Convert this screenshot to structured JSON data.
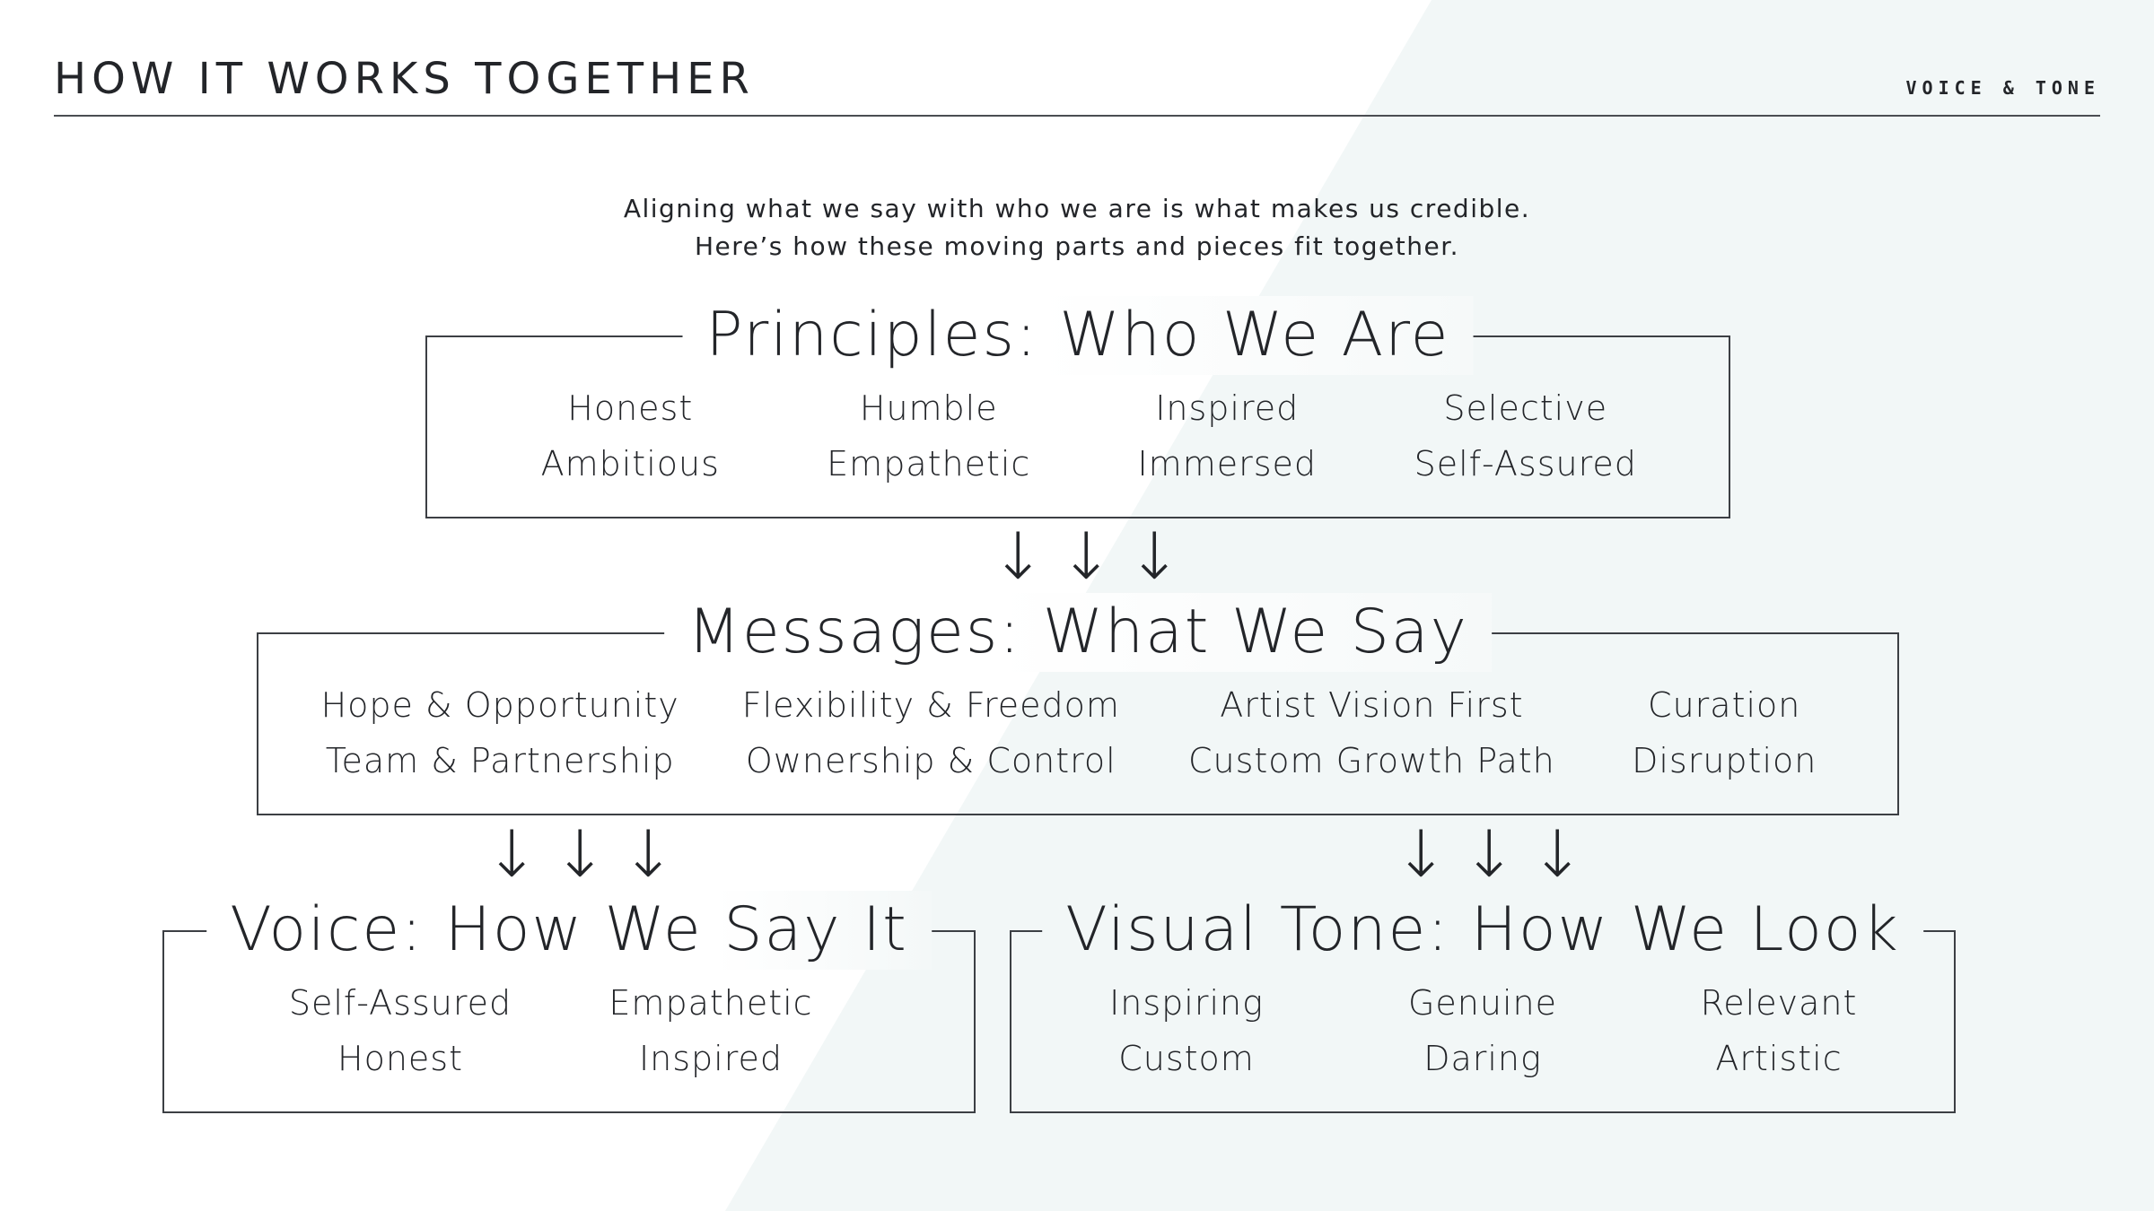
{
  "header": {
    "title": "HOW IT WORKS TOGETHER",
    "section_tag": "VOICE & TONE"
  },
  "intro": {
    "line1": "Aligning what we say with who we are is what makes us credible.",
    "line2": "Here’s how these moving parts and pieces fit together."
  },
  "principles": {
    "title": "Principles: Who We Are",
    "items": [
      "Honest",
      "Humble",
      "Inspired",
      "Selective",
      "Ambitious",
      "Empathetic",
      "Immersed",
      "Self-Assured"
    ]
  },
  "messages": {
    "title": "Messages: What We Say",
    "items": [
      "Hope & Opportunity",
      "Flexibility & Freedom",
      "Artist Vision First",
      "Curation",
      "Team & Partnership",
      "Ownership & Control",
      "Custom Growth Path",
      "Disruption"
    ]
  },
  "voice": {
    "title": "Voice: How We Say It",
    "items": [
      "Self-Assured",
      "Empathetic",
      "Honest",
      "Inspired"
    ]
  },
  "visual_tone": {
    "title": "Visual Tone: How We Look",
    "items": [
      "Inspiring",
      "Genuine",
      "Relevant",
      "Custom",
      "Daring",
      "Artistic"
    ]
  },
  "arrow_glyph": "↓",
  "colors": {
    "text": "#232529",
    "background": "#ffffff",
    "accent_shape": "#f2f7f7"
  }
}
